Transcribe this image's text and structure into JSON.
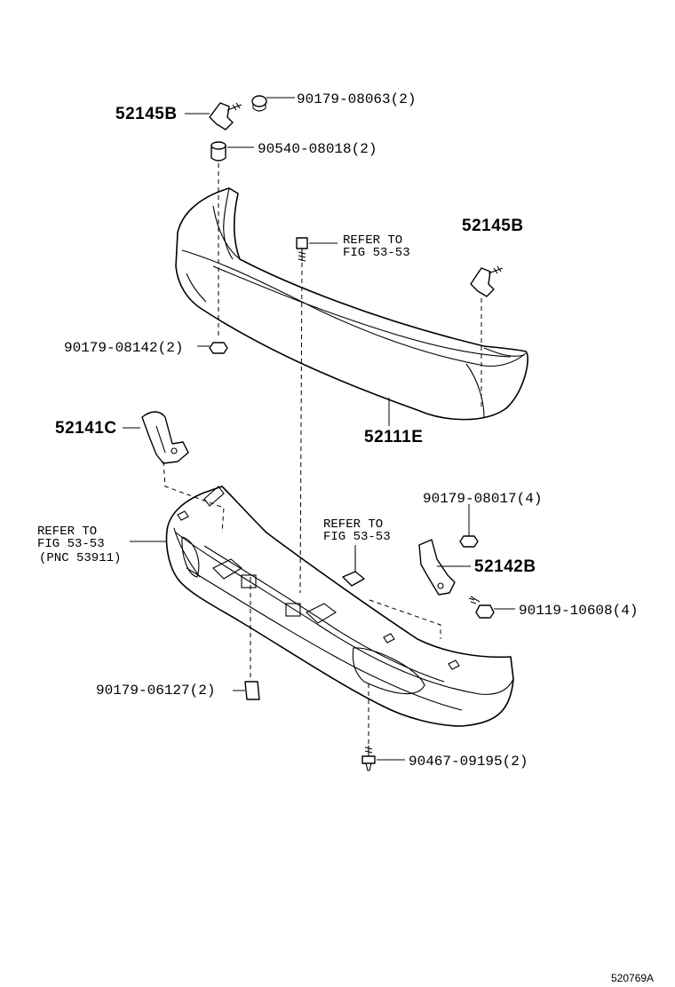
{
  "labels": {
    "bracket_top": "52145B",
    "clip_top": "90179-08063(2)",
    "cushion": "90540-08018(2)",
    "refer_upper_line1": "REFER TO",
    "refer_upper_line2": "FIG 53-53",
    "bracket_right": "52145B",
    "nut_left": "90179-08142(2)",
    "upper_cover": "52111E",
    "bracket_left": "52141C",
    "refer_left_line1": "REFER TO",
    "refer_left_line2": "FIG 53-53",
    "refer_left_line3": "(PNC 53911)",
    "refer_mid_line1": "REFER TO",
    "refer_mid_line2": "FIG 53-53",
    "nut_right": "90179-08017(4)",
    "bracket_right_lower": "52142B",
    "bolt_right": "90119-10608(4)",
    "nut_lower_left": "90179-06127(2)",
    "screw_bottom": "90467-09195(2)"
  },
  "diagram_id": "520769A"
}
